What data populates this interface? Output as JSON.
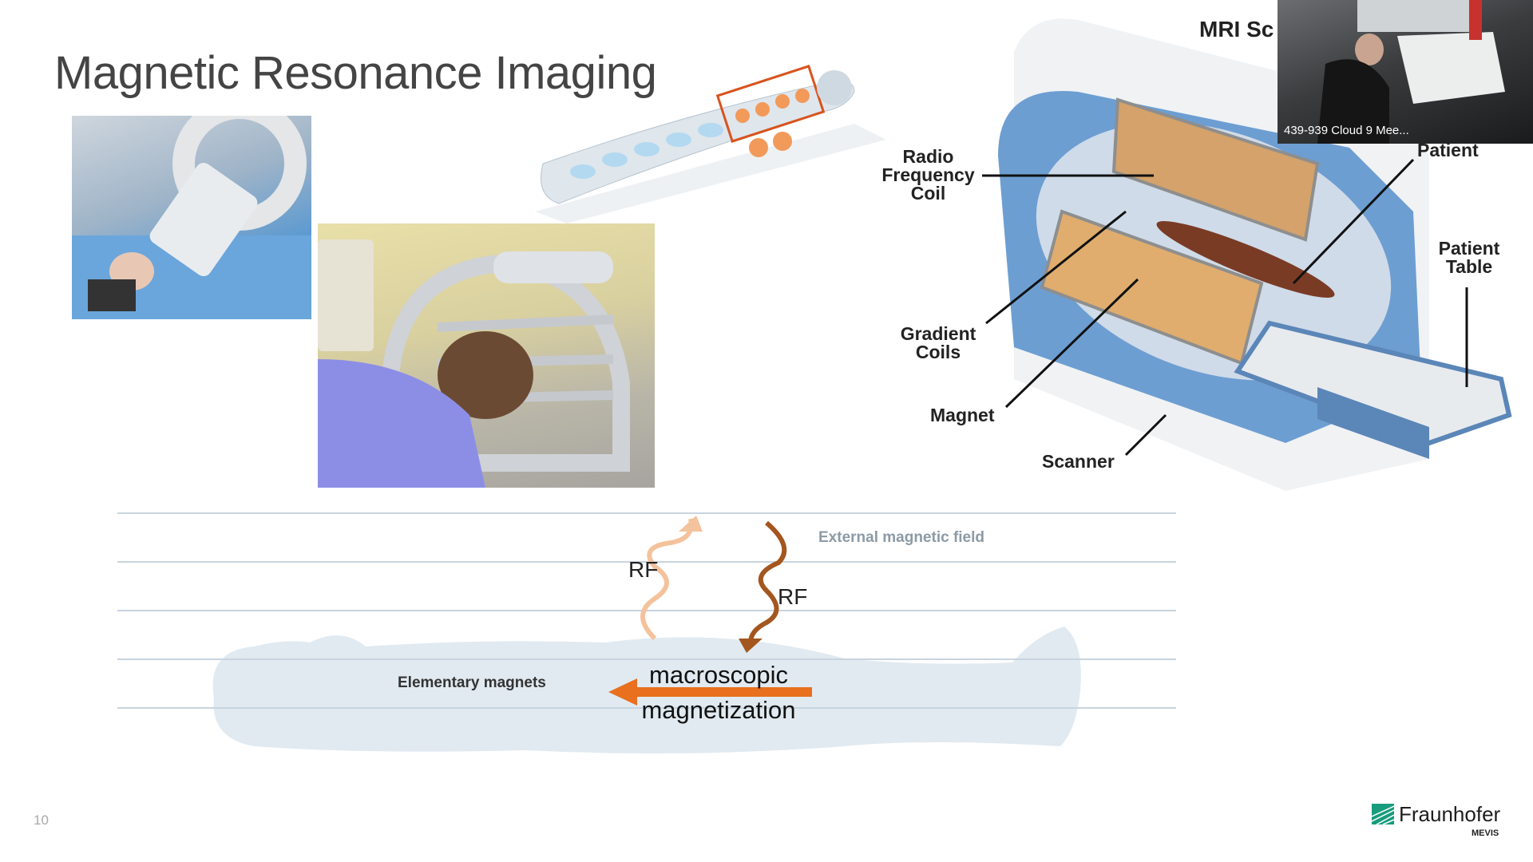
{
  "slide": {
    "title": "Magnetic Resonance Imaging",
    "page_number": "10"
  },
  "diagram": {
    "heading": "MRI Sc",
    "labels": {
      "rf_coil": [
        "Radio",
        "Frequency",
        "Coil"
      ],
      "gradient_coils": [
        "Gradient",
        "Coils"
      ],
      "magnet": "Magnet",
      "scanner": "Scanner",
      "patient": "Patient",
      "patient_table": [
        "Patient",
        "Table"
      ]
    }
  },
  "lower_figure": {
    "external_field": "External magnetic field",
    "rf_in": "RF",
    "rf_out": "RF",
    "elementary_magnets": "Elementary magnets",
    "macro_line1": "macroscopic",
    "macro_line2": "magnetization",
    "arrow_color": "#e8701e"
  },
  "video_tile": {
    "label": "439-939 Cloud 9 Mee..."
  },
  "logo": {
    "name": "Fraunhofer",
    "sub": "MEVIS",
    "color": "#179c7d"
  }
}
